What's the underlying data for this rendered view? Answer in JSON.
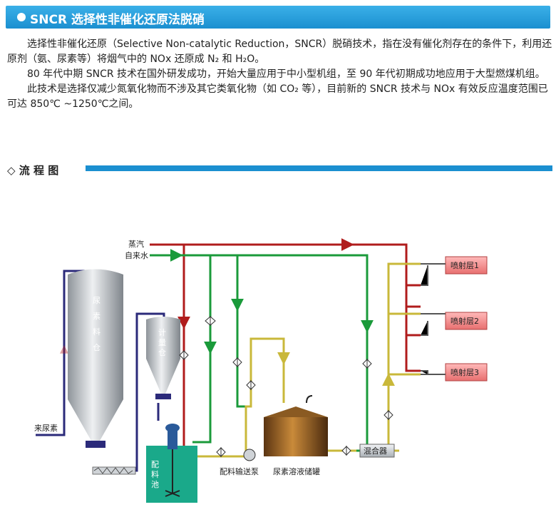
{
  "header": {
    "title": "SNCR 选择性非催化还原法脱硝"
  },
  "intro": {
    "p1": "选择性非催化还原（Selective Non-catalytic Reduction，SNCR）脱硝技术，指在没有催化剂存在的条件下，利用还原剂（氨、尿素等）将烟气中的 NOx 还原成 N₂ 和 H₂O。",
    "p2": "80 年代中期 SNCR 技术在国外研发成功，开始大量应用于中小型机组，至 90 年代初期成功地应用于大型燃煤机组。",
    "p3": "此技术是选择仅减少氮氧化物而不涉及其它类氧化物（如 CO₂ 等），目前新的 SNCR 技术与 NOx 有效反应温度范围已可达 850℃ ~1250℃之间。"
  },
  "section": {
    "title": "◇ 流 程 图"
  },
  "diagram": {
    "steam": "蒸汽",
    "tap_water": "自来水",
    "urea_silo": "尿素料仓",
    "metering_bin": "计量仓",
    "incoming_urea": "来尿素",
    "mixing_tank": "配料池",
    "transfer_pump": "配料输送泵",
    "storage_tank": "尿素溶液储罐",
    "mixer": "混合器",
    "layer1": "喷射层1",
    "layer2": "喷射层2",
    "layer3": "喷射层3",
    "colors": {
      "steam": "#b01c1c",
      "water": "#1a9a3a",
      "urea": "#c9b83a",
      "solid": "#2b2a7a"
    }
  }
}
